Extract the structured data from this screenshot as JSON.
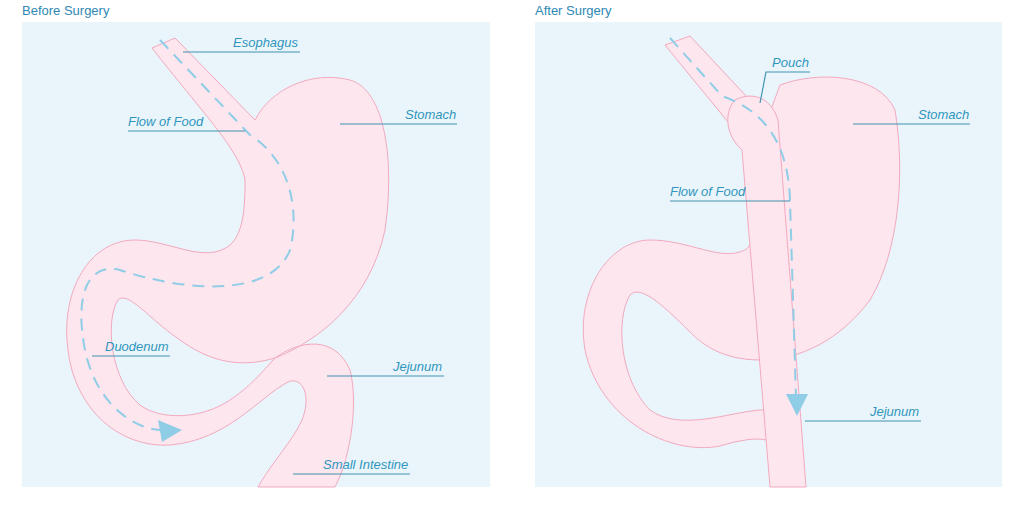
{
  "diagram": {
    "labels": [
      "Before Surgery",
      "After Surgery",
      "Esophagus",
      "Flow of Food",
      "Stomach",
      "Duodenum",
      "Jejunum",
      "Small Intestine",
      "Pouch",
      "Flow of Food",
      "Stomach",
      "Jejunum"
    ]
  }
}
